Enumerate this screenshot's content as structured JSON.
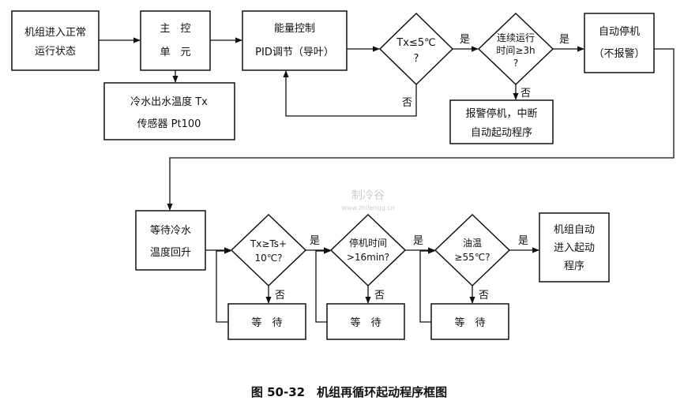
{
  "nodes": {
    "n1": [
      "机组进入正常",
      "运行状态"
    ],
    "n2": [
      "主　控",
      "单　元"
    ],
    "n3": [
      "能量控制",
      "PID调节（导叶）"
    ],
    "n4": [
      "冷水出水温度 Tx",
      "传感器 Pt100"
    ],
    "d1": [
      "Tx≤5℃",
      "?"
    ],
    "d2": [
      "连续运行",
      "时间≥3h",
      "?"
    ],
    "n5": [
      "自动停机",
      "（不报警）"
    ],
    "n6": [
      "报警停机，中断",
      "自动起动程序"
    ],
    "n7": [
      "等待冷水",
      "温度回升"
    ],
    "d3": [
      "Tx≥Ts+",
      "10℃?"
    ],
    "d4": [
      "停机时间",
      ">16min?"
    ],
    "d5": [
      "油温",
      "≥55℃?"
    ],
    "n8": [
      "机组自动",
      "进入起动",
      "程序"
    ],
    "w1": "等　待",
    "w2": "等　待",
    "w3": "等　待"
  },
  "labels": {
    "yes": "是",
    "no": "否"
  },
  "watermark": [
    "制冷谷",
    "www.zhilengg.cn"
  ],
  "caption": "图 50-32　机组再循环起动程序框图"
}
